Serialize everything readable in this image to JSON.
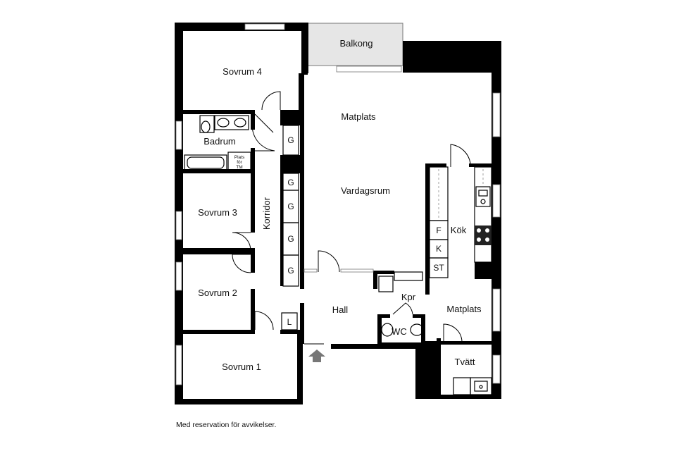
{
  "rooms": {
    "balkong": "Balkong",
    "sovrum4": "Sovrum 4",
    "matplats_top": "Matplats",
    "badrum": "Badrum",
    "vardagsrum": "Vardagsrum",
    "korridor": "Korridor",
    "sovrum3": "Sovrum 3",
    "sovrum2": "Sovrum 2",
    "sovrum1": "Sovrum 1",
    "hall": "Hall",
    "kpr": "Kpr",
    "wc": "WC",
    "kok": "Kök",
    "matplats_kitchen": "Matplats",
    "tvatt": "Tvätt"
  },
  "closets": {
    "g1": "G",
    "g2": "G",
    "g3": "G",
    "g4": "G",
    "g5": "G",
    "l": "L",
    "f": "F",
    "k": "K",
    "st": "ST"
  },
  "plats_for_tm": [
    "Plats",
    "för",
    "TM"
  ],
  "disclaimer": "Med reservation för avvikelser.",
  "colors": {
    "wall": "#000000",
    "balcony_fill": "#e6e6e6",
    "window": "#ffffff"
  }
}
